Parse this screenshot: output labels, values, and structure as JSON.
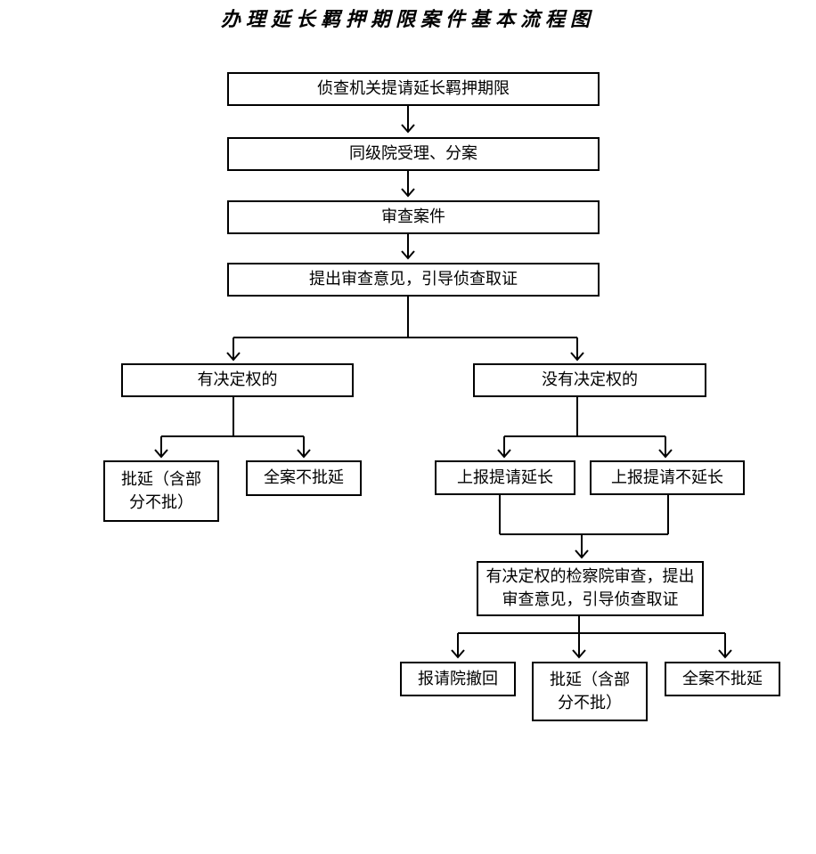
{
  "title": "办理延长羁押期限案件基本流程图",
  "nodes": {
    "n1": "侦查机关提请延长羁押期限",
    "n2": "同级院受理、分案",
    "n3": "审查案件",
    "n4": "提出审查意见，引导侦查取证",
    "left_branch": "有决定权的",
    "right_branch": "没有决定权的",
    "left_approve": "批延（含部分不批）",
    "left_reject": "全案不批延",
    "report_extend": "上报提请延长",
    "report_not_extend": "上报提请不延长",
    "superior_review": "有决定权的检察院审查，提出审查意见，引导侦查取证",
    "withdraw": "报请院撤回",
    "final_approve": "批延（含部分不批）",
    "final_reject": "全案不批延"
  }
}
